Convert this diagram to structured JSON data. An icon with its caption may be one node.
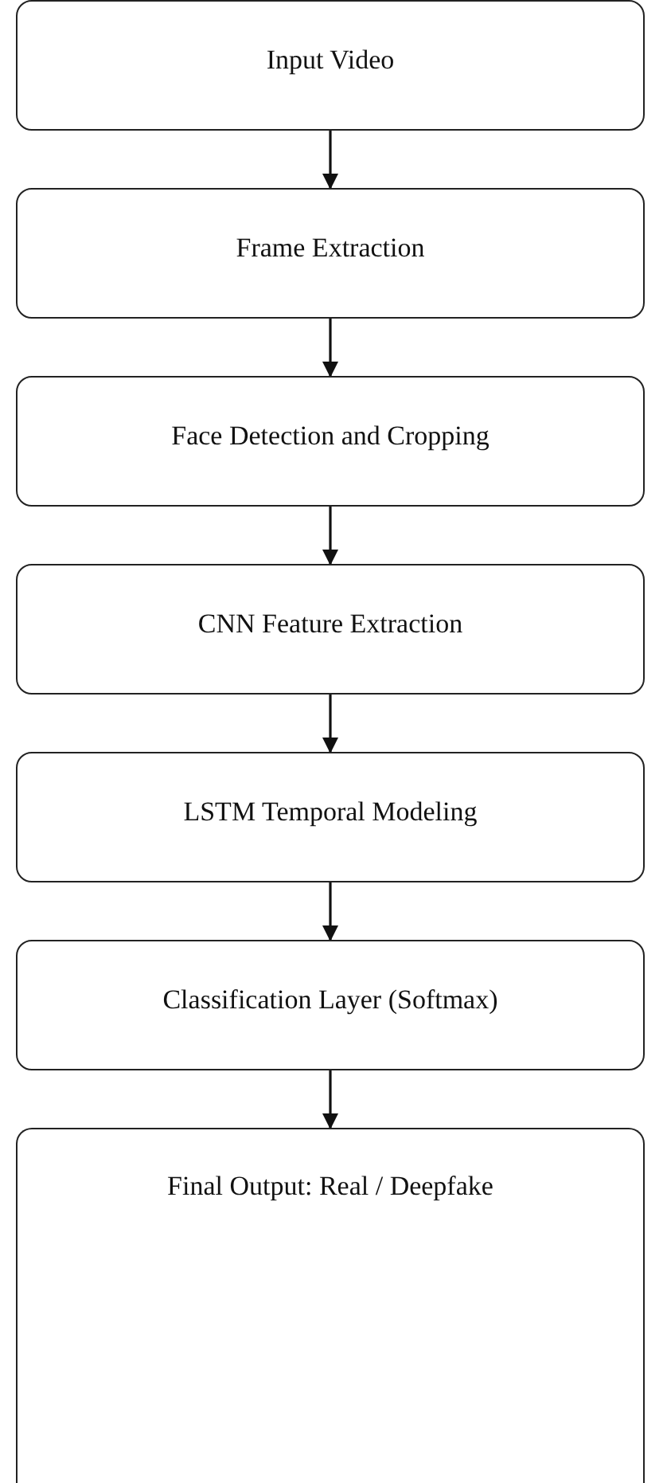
{
  "diagram": {
    "nodes": [
      {
        "text": [
          "Input Video"
        ]
      },
      {
        "text": [
          "Frame Extraction"
        ]
      },
      {
        "text": [
          "Face Detection and Cropping"
        ]
      },
      {
        "text": [
          "CNN Feature Extraction"
        ]
      },
      {
        "text": [
          "LSTM Temporal Modeling"
        ]
      },
      {
        "text": [
          "Classification Layer (Softmax)"
        ]
      },
      {
        "text": [
          "Final Output: Real / Deepfake"
        ]
      }
    ],
    "edges": [
      {
        "from": 0,
        "to": 1,
        "arrow": "to"
      },
      {
        "from": 1,
        "to": 2,
        "arrow": "to"
      },
      {
        "from": 2,
        "to": 3,
        "arrow": "to"
      },
      {
        "from": 3,
        "to": 4,
        "arrow": "to"
      },
      {
        "from": 4,
        "to": 5,
        "arrow": "to"
      },
      {
        "from": 5,
        "to": 6,
        "arrow": "to"
      }
    ]
  }
}
